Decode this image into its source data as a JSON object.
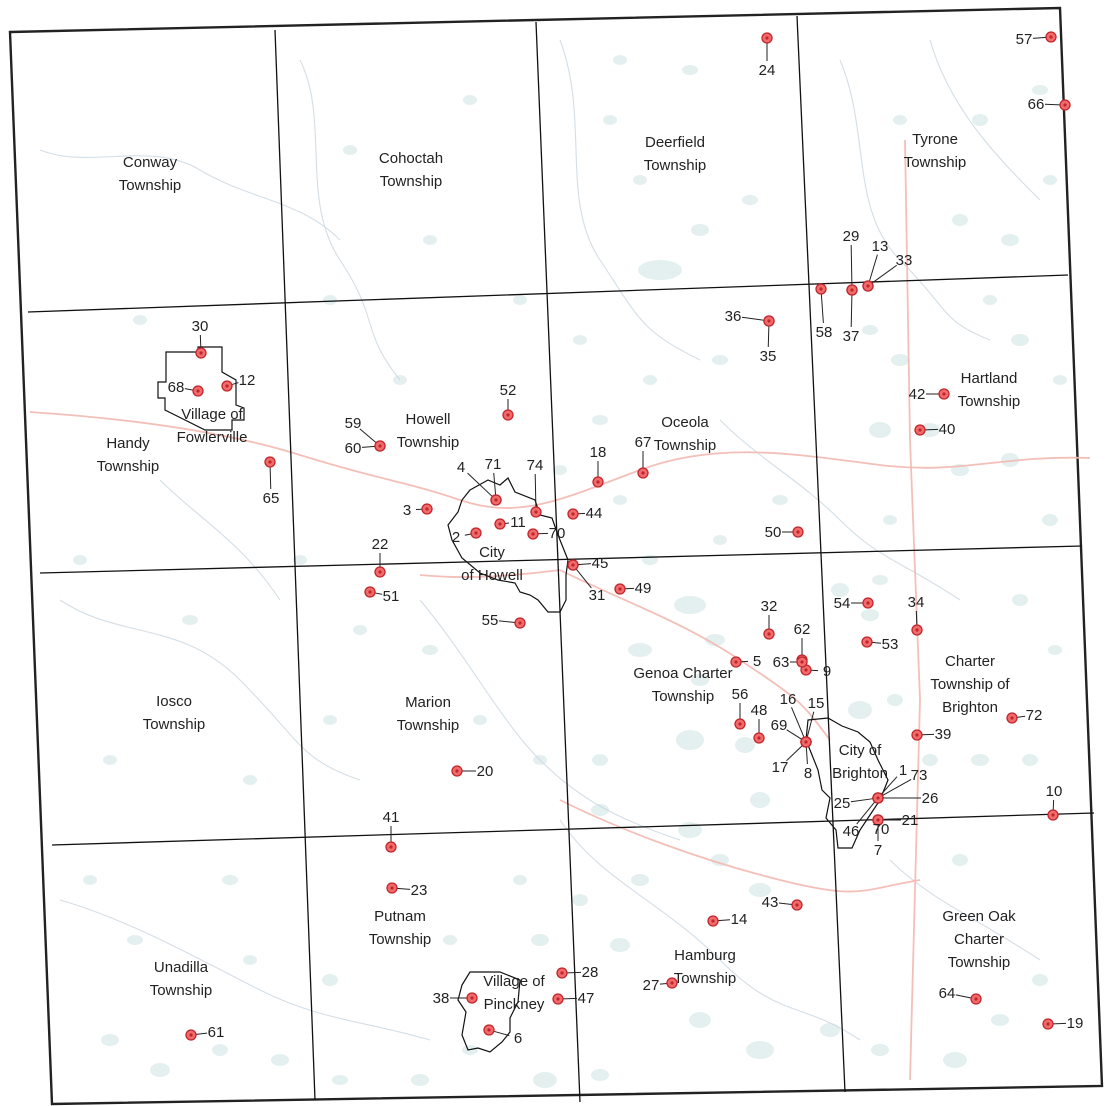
{
  "map": {
    "colors": {
      "border": "#222222",
      "township_line": "#111111",
      "marker_fill": "#f26b6b",
      "marker_stroke": "#c0262d",
      "water": "#d9ebe9",
      "road": "#f3b8b0",
      "stream": "#c9d6e0"
    },
    "townships": [
      {
        "id": "conway",
        "lines": [
          "Conway",
          "Township"
        ]
      },
      {
        "id": "cohoctah",
        "lines": [
          "Cohoctah",
          "Township"
        ]
      },
      {
        "id": "deerfield",
        "lines": [
          "Deerfield",
          "Township"
        ]
      },
      {
        "id": "tyrone",
        "lines": [
          "Tyrone",
          "Township"
        ]
      },
      {
        "id": "handy",
        "lines": [
          "Handy",
          "Township"
        ]
      },
      {
        "id": "fowlerville",
        "lines": [
          "Village of",
          "Fowlerville"
        ]
      },
      {
        "id": "howell-twp",
        "lines": [
          "Howell",
          "Township"
        ]
      },
      {
        "id": "oceola",
        "lines": [
          "Oceola",
          "Township"
        ]
      },
      {
        "id": "hartland",
        "lines": [
          "Hartland",
          "Township"
        ]
      },
      {
        "id": "city-howell",
        "lines": [
          "City",
          "of Howell"
        ]
      },
      {
        "id": "iosco",
        "lines": [
          "Iosco",
          "Township"
        ]
      },
      {
        "id": "marion",
        "lines": [
          "Marion",
          "Township"
        ]
      },
      {
        "id": "genoa",
        "lines": [
          "Genoa Charter",
          "Township"
        ]
      },
      {
        "id": "brighton-twp",
        "lines": [
          "Charter",
          "Township of",
          "Brighton"
        ]
      },
      {
        "id": "city-brighton",
        "lines": [
          "City of",
          "Brighton"
        ]
      },
      {
        "id": "unadilla",
        "lines": [
          "Unadilla",
          "Township"
        ]
      },
      {
        "id": "putnam",
        "lines": [
          "Putnam",
          "Township"
        ]
      },
      {
        "id": "pinckney",
        "lines": [
          "Village of",
          "Pinckney"
        ]
      },
      {
        "id": "hamburg",
        "lines": [
          "Hamburg",
          "Township"
        ]
      },
      {
        "id": "green-oak",
        "lines": [
          "Green Oak",
          "Charter",
          "Township"
        ]
      }
    ],
    "markers": [
      "1",
      "2",
      "3",
      "4",
      "5",
      "6",
      "7",
      "8",
      "9",
      "10",
      "11",
      "12",
      "13",
      "14",
      "15",
      "16",
      "17",
      "18",
      "19",
      "20",
      "21",
      "22",
      "23",
      "24",
      "25",
      "26",
      "27",
      "28",
      "29",
      "30",
      "31",
      "32",
      "33",
      "34",
      "35",
      "36",
      "37",
      "38",
      "39",
      "40",
      "41",
      "42",
      "43",
      "44",
      "45",
      "46",
      "47",
      "48",
      "49",
      "50",
      "51",
      "52",
      "53",
      "54",
      "55",
      "56",
      "57",
      "58",
      "59",
      "60",
      "61",
      "62",
      "63",
      "64",
      "65",
      "66",
      "67",
      "68",
      "69",
      "70",
      "71",
      "72",
      "73",
      "74",
      "70"
    ]
  }
}
